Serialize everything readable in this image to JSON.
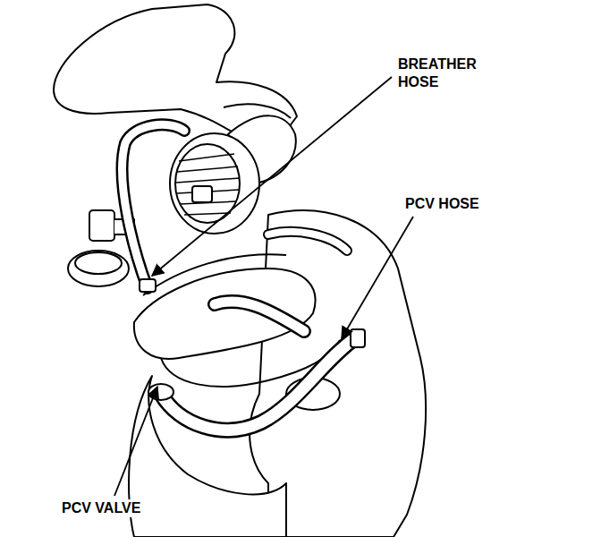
{
  "diagram": {
    "labels": [
      "BREATHER HOSE",
      "PCV HOSE",
      "PCV VALVE"
    ]
  }
}
